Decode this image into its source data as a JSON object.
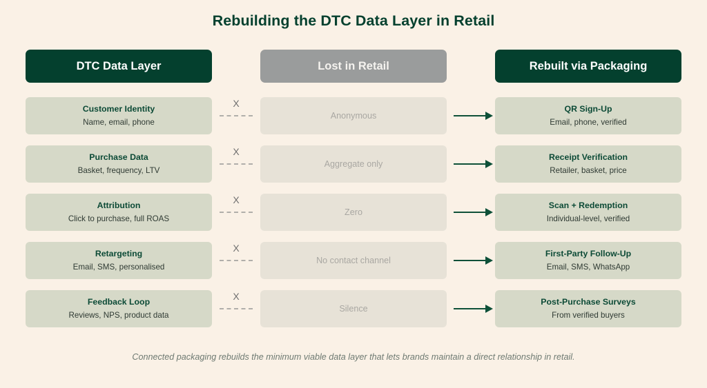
{
  "title": "Rebuilding the DTC Data Layer in Retail",
  "colors": {
    "background": "#faf1e6",
    "dark_green": "#04402e",
    "gray_header": "#9a9c9c",
    "card_solid": "#d6d9c8",
    "card_faded": "#e7e2d7",
    "arrow_green": "#0d5038",
    "dash_gray": "#b0aeaa",
    "lost_text": "#a9a7a2",
    "footer_text": "#6e7a72"
  },
  "columns": {
    "left": {
      "label": "DTC Data Layer",
      "style": "green"
    },
    "middle": {
      "label": "Lost in Retail",
      "style": "gray"
    },
    "right": {
      "label": "Rebuilt via Packaging",
      "style": "green"
    }
  },
  "connectors": {
    "broken_marker": "X",
    "broken_icon": "dashed-line-icon",
    "rebuilt_icon": "arrow-right-icon"
  },
  "rows": [
    {
      "left_title": "Customer Identity",
      "left_sub": "Name, email, phone",
      "lost": "Anonymous",
      "right_title": "QR Sign-Up",
      "right_sub": "Email, phone, verified"
    },
    {
      "left_title": "Purchase Data",
      "left_sub": "Basket, frequency, LTV",
      "lost": "Aggregate only",
      "right_title": "Receipt Verification",
      "right_sub": "Retailer, basket, price"
    },
    {
      "left_title": "Attribution",
      "left_sub": "Click to purchase, full ROAS",
      "lost": "Zero",
      "right_title": "Scan + Redemption",
      "right_sub": "Individual-level, verified"
    },
    {
      "left_title": "Retargeting",
      "left_sub": "Email, SMS, personalised",
      "lost": "No contact channel",
      "right_title": "First-Party Follow-Up",
      "right_sub": "Email, SMS, WhatsApp"
    },
    {
      "left_title": "Feedback Loop",
      "left_sub": "Reviews, NPS, product data",
      "lost": "Silence",
      "right_title": "Post-Purchase Surveys",
      "right_sub": "From verified buyers"
    }
  ],
  "footer": "Connected packaging rebuilds the minimum viable data layer that lets brands maintain a direct relationship in retail."
}
